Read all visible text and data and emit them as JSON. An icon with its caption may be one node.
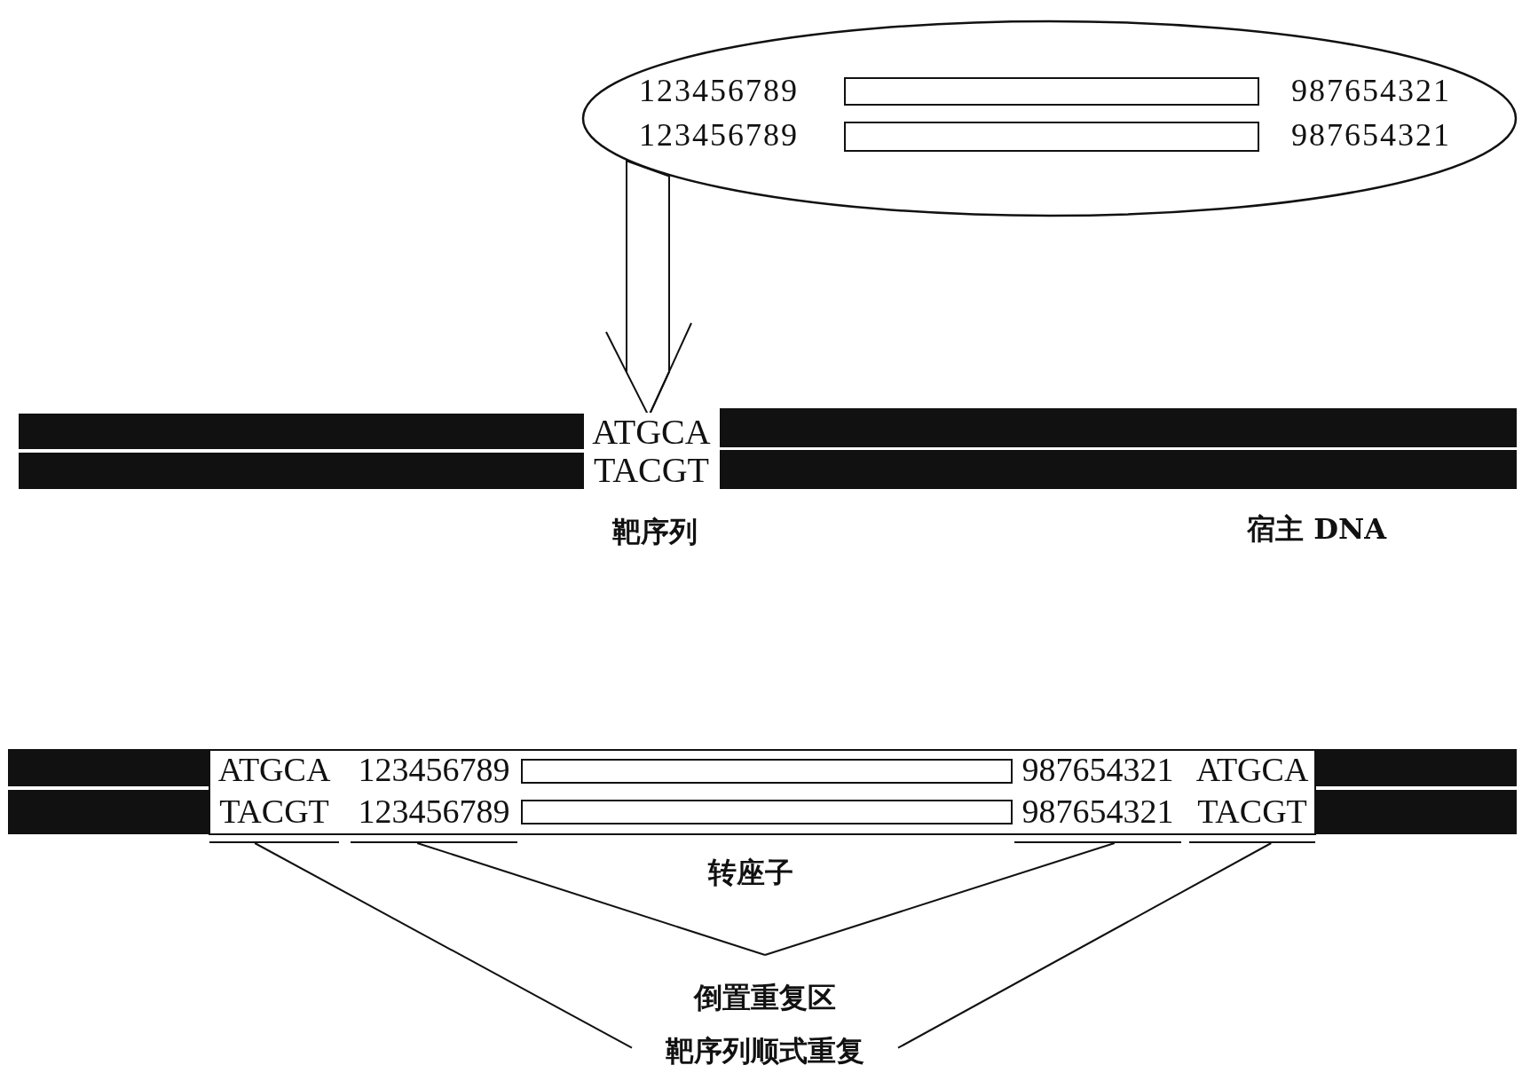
{
  "diagram": {
    "nodes": [
      {
        "text": [
          "123456789",
          "123456789",
          "987654321",
          "987654321"
        ]
      },
      {
        "text": [
          "ATGCA",
          "TACGT"
        ],
        "beside": [
          "靶序列"
        ]
      },
      {
        "text": [
          "ATGCA",
          "TACGT"
        ]
      },
      {
        "text": [
          "123456789",
          "123456789"
        ]
      },
      {
        "text": [
          "987654321",
          "987654321"
        ]
      },
      {
        "text": [
          "ATGCA",
          "TACGT"
        ]
      },
      {
        "text": [
          "倒置重复区"
        ]
      },
      {
        "text": [
          "靶序列顺式重复"
        ]
      }
    ],
    "edges": [
      {
        "from": 0,
        "to": 1,
        "arrow": "to"
      },
      {
        "from": 6,
        "to": 3,
        "arrow": "none"
      },
      {
        "from": 6,
        "to": 4,
        "arrow": "none"
      },
      {
        "from": 7,
        "to": 2,
        "arrow": "none"
      },
      {
        "from": 7,
        "to": 5,
        "arrow": "none"
      }
    ],
    "labels": [
      "宿主 DNA",
      "转座子"
    ]
  }
}
